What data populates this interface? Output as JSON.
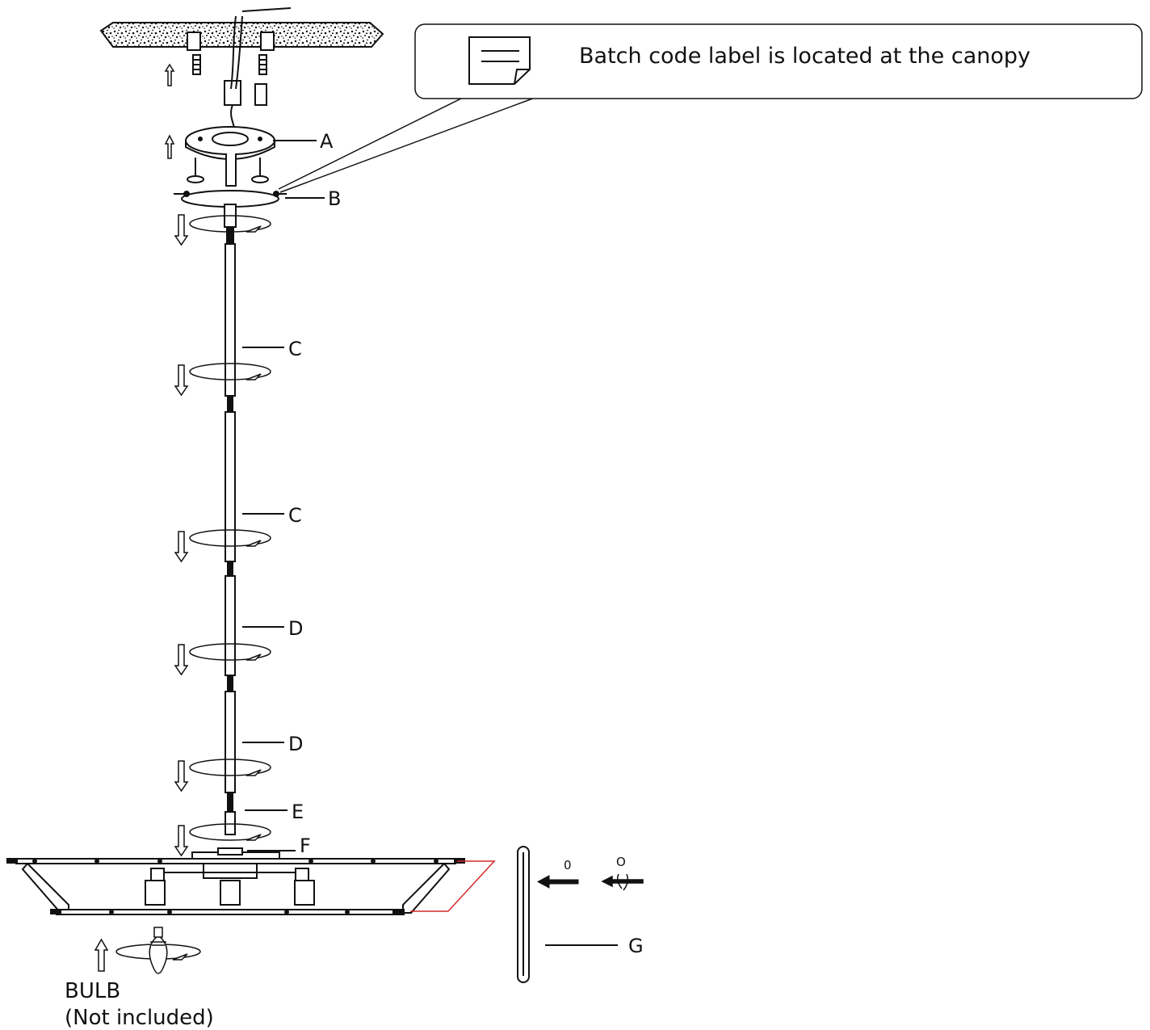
{
  "callout": {
    "text": "Batch code label is located at the canopy"
  },
  "labels": {
    "a": "A",
    "b": "B",
    "c1": "C",
    "c2": "C",
    "d1": "D",
    "d2": "D",
    "e": "E",
    "f": "F",
    "g": "G"
  },
  "bulb_note": {
    "line1": "BULB",
    "line2": "(Not included)"
  },
  "hinge_marks": {
    "closed": "0",
    "open": "O"
  },
  "colors": {
    "line": "#111111",
    "accent": "#d42a2a"
  }
}
